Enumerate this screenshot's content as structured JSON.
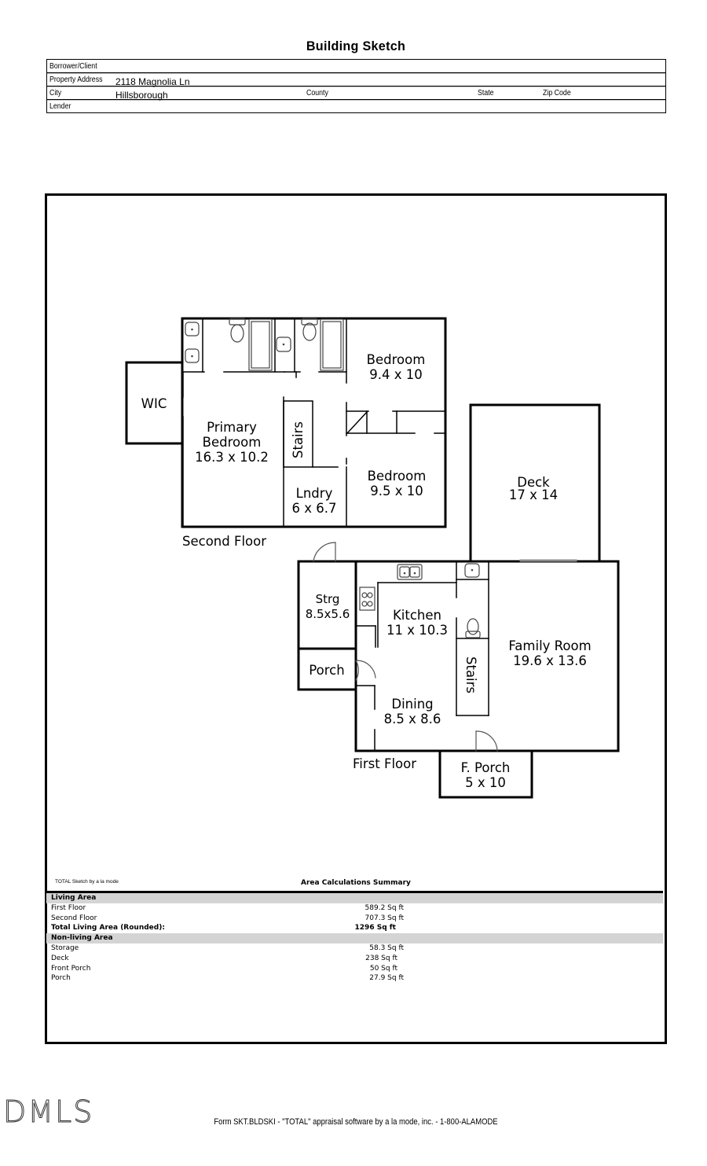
{
  "document": {
    "title": "Building Sketch",
    "header": {
      "borrower_label": "Borrower/Client",
      "borrower_value": "",
      "address_label": "Property Address",
      "address_value": "2118 Magnolia Ln",
      "city_label": "City",
      "city_value": "Hillsborough",
      "county_label": "County",
      "state_label": "State",
      "zip_label": "Zip Code",
      "lender_label": "Lender"
    }
  },
  "sketch": {
    "second_floor": {
      "label": "Second Floor",
      "rooms": [
        {
          "name": "WIC",
          "dims": ""
        },
        {
          "name": "Primary Bedroom",
          "line1": "Primary",
          "line2": "Bedroom",
          "dims": "16.3 x 10.2"
        },
        {
          "name": "Stairs",
          "dims": ""
        },
        {
          "name": "Bedroom",
          "dims": "9.4 x 10"
        },
        {
          "name": "Bedroom",
          "dims": "9.5 x 10"
        },
        {
          "name": "Lndry",
          "dims": "6 x 6.7"
        }
      ]
    },
    "first_floor": {
      "label": "First Floor",
      "rooms": [
        {
          "name": "Strg",
          "dims": "8.5x5.6"
        },
        {
          "name": "Porch",
          "dims": ""
        },
        {
          "name": "Kitchen",
          "dims": "11 x 10.3"
        },
        {
          "name": "Dining",
          "dims": "8.5 x 8.6"
        },
        {
          "name": "Stairs",
          "dims": ""
        },
        {
          "name": "Family Room",
          "dims": "19.6 x 13.6"
        },
        {
          "name": "F. Porch",
          "dims": "5 x 10"
        }
      ]
    },
    "deck": {
      "name": "Deck",
      "dims": "17 x 14"
    }
  },
  "area_summary": {
    "credit": "TOTAL Sketch by a la mode",
    "title": "Area Calculations Summary",
    "living_header": "Living Area",
    "living": [
      {
        "label": "First Floor",
        "value": "589.2 Sq ft"
      },
      {
        "label": "Second Floor",
        "value": "707.3 Sq ft"
      }
    ],
    "total": {
      "label": "Total Living Area (Rounded):",
      "value": "1296 Sq ft"
    },
    "nonliving_header": "Non-living Area",
    "nonliving": [
      {
        "label": "Storage",
        "value": "58.3 Sq ft"
      },
      {
        "label": "Deck",
        "value": "238 Sq ft"
      },
      {
        "label": "Front Porch",
        "value": "50 Sq ft"
      },
      {
        "label": "Porch",
        "value": "27.9 Sq ft"
      }
    ]
  },
  "footer": {
    "form_text": "Form SKT.BLDSKI - \"TOTAL\" appraisal software by a la mode, inc. - 1-800-ALAMODE",
    "watermark": "DMLS"
  }
}
